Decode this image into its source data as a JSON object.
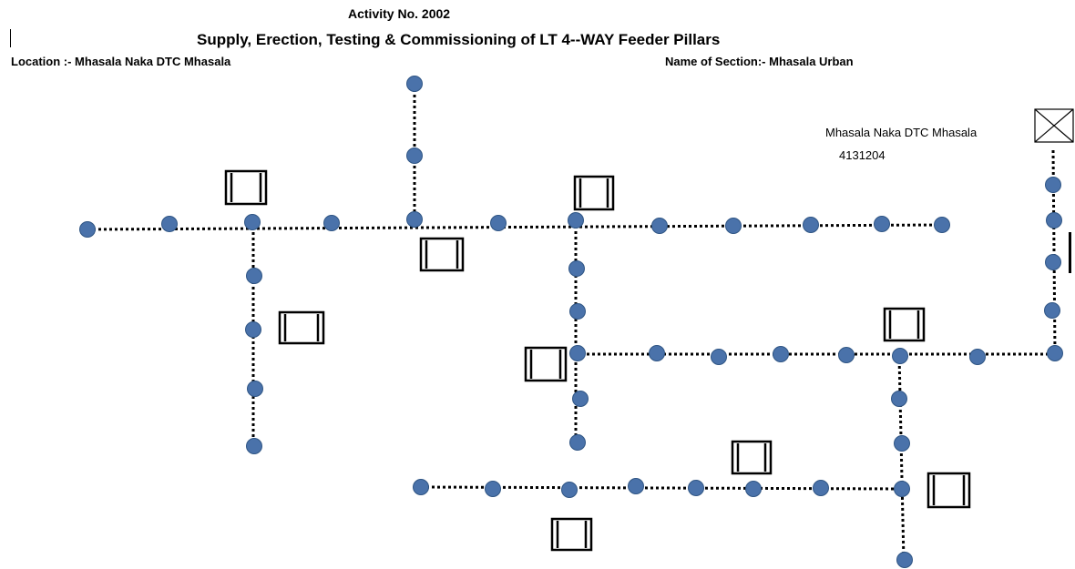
{
  "header": {
    "activity": "Activity No. 2002",
    "title": "Supply, Erection, Testing & Commissioning of LT 4--WAY Feeder Pillars",
    "location": "Location :- Mhasala Naka DTC Mhasala",
    "section": "Name of Section:- Mhasala Urban"
  },
  "transformer": {
    "name": "Mhasala Naka DTC Mhasala",
    "code": "4131204",
    "symbol": "transformer-x-box-icon"
  },
  "colors": {
    "pole_fill": "#4a72aa",
    "pole_stroke": "#2f5584",
    "line": "#000000"
  },
  "legend_symbols": {
    "pole": "blue-circle",
    "feeder_pillar": "double-line-rectangle"
  }
}
